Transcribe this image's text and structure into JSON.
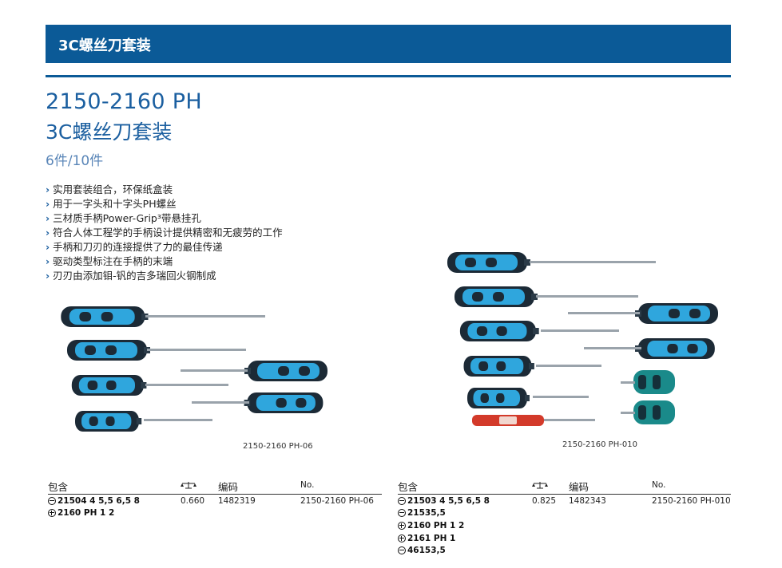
{
  "banner": {
    "title": "3C螺丝刀套装"
  },
  "product": {
    "model": "2150-2160 PH",
    "name": "3C螺丝刀套装",
    "pieces": "6件/10件"
  },
  "features": [
    "实用套装组合，环保纸盒装",
    "用于一字头和十字头PH螺丝",
    "三材质手柄Power-Grip³带悬挂孔",
    "符合人体工程学的手柄设计提供精密和无疲劳的工作",
    "手柄和刀刃的连接提供了力的最佳传递",
    "驱动类型标注在手柄的末端",
    "刃刃由添加钼-钒的吉多瑞回火钢制成"
  ],
  "images": {
    "left_caption": "2150-2160 PH-06",
    "right_caption": "2150-2160 PH-010"
  },
  "table_left": {
    "headers": {
      "contents": "包含",
      "code": "编码",
      "no": "No."
    },
    "weight_icon": "scale-icon",
    "items": [
      {
        "icon": "slotted-icon",
        "text": "21504 4 5,5 6,5 8"
      },
      {
        "icon": "phillips-icon",
        "text": "2160 PH 1 2"
      }
    ],
    "weight": "0.660",
    "code": "1482319",
    "no": "2150-2160 PH-06"
  },
  "table_right": {
    "headers": {
      "contents": "包含",
      "code": "编码",
      "no": "No."
    },
    "weight_icon": "scale-icon",
    "items": [
      {
        "icon": "slotted-icon",
        "text": "21503 4 5,5 6,5 8"
      },
      {
        "icon": "slotted-icon",
        "text": "21535,5"
      },
      {
        "icon": "phillips-icon",
        "text": "2160 PH 1 2"
      },
      {
        "icon": "phillips-icon",
        "text": "2161 PH 1"
      },
      {
        "icon": "slotted-icon",
        "text": "46153,5"
      }
    ],
    "weight": "0.825",
    "code": "1482343",
    "no": "2150-2160 PH-010"
  },
  "colors": {
    "brand_blue": "#0b5a97",
    "handle_blue": "#2fa6dd",
    "handle_dark": "#1c2a36",
    "tester_red": "#d33a2a",
    "compact_teal": "#1a8a8a"
  }
}
